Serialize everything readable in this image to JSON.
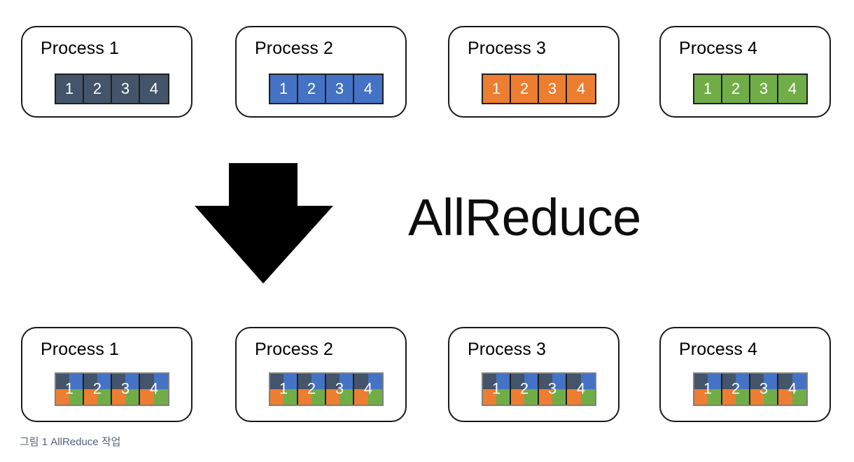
{
  "figure": {
    "headline": "AllReduce",
    "caption": "그림 1 AllReduce 작업",
    "arrow_icon": "down-block-arrow-icon",
    "arrow_color": "#000000"
  },
  "palette": {
    "slate": "#44546A",
    "blue": "#4472C4",
    "orange": "#ED7D31",
    "green": "#70AD47",
    "card_border": "#1a1a1a",
    "cell_border": "#1f1f1f",
    "caption_color": "#55617a"
  },
  "before": {
    "row_label": "before-allreduce-row",
    "processes": [
      {
        "title": "Process 1",
        "color_name": "slate",
        "color": "#44546A",
        "cells": [
          "1",
          "2",
          "3",
          "4"
        ]
      },
      {
        "title": "Process 2",
        "color_name": "blue",
        "color": "#4472C4",
        "cells": [
          "1",
          "2",
          "3",
          "4"
        ]
      },
      {
        "title": "Process 3",
        "color_name": "orange",
        "color": "#ED7D31",
        "cells": [
          "1",
          "2",
          "3",
          "4"
        ]
      },
      {
        "title": "Process 4",
        "color_name": "green",
        "color": "#70AD47",
        "cells": [
          "1",
          "2",
          "3",
          "4"
        ]
      }
    ]
  },
  "after": {
    "row_label": "after-allreduce-row",
    "quadrant_colors": [
      "#44546A",
      "#4472C4",
      "#ED7D31",
      "#70AD47"
    ],
    "processes": [
      {
        "title": "Process 1",
        "cells": [
          "1",
          "2",
          "3",
          "4"
        ]
      },
      {
        "title": "Process 2",
        "cells": [
          "1",
          "2",
          "3",
          "4"
        ]
      },
      {
        "title": "Process 3",
        "cells": [
          "1",
          "2",
          "3",
          "4"
        ]
      },
      {
        "title": "Process 4",
        "cells": [
          "1",
          "2",
          "3",
          "4"
        ]
      }
    ]
  }
}
